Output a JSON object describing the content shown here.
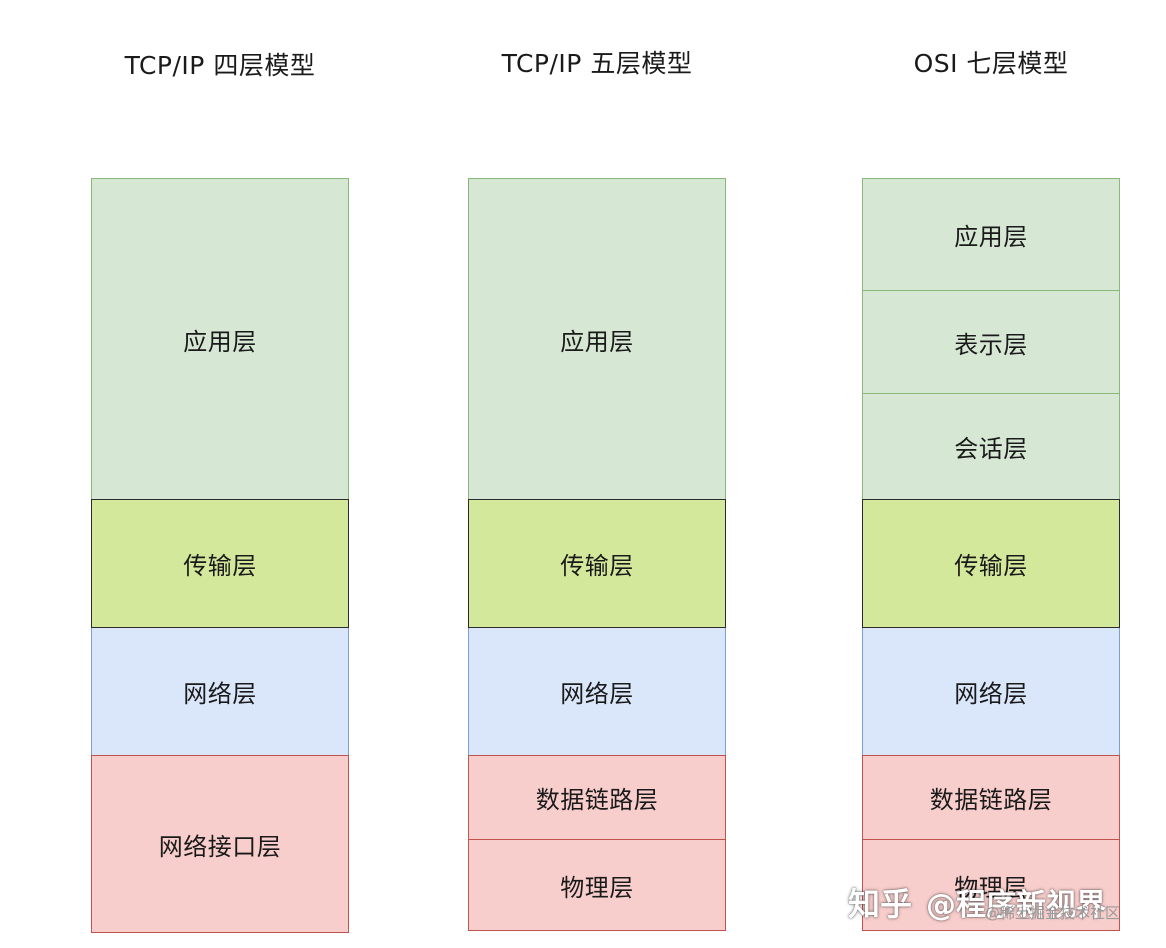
{
  "models": [
    {
      "title": "TCP/IP 四层模型",
      "layers": [
        {
          "label": "应用层"
        },
        {
          "label": "传输层"
        },
        {
          "label": "网络层"
        },
        {
          "label": "网络接口层"
        }
      ]
    },
    {
      "title": "TCP/IP 五层模型",
      "layers": [
        {
          "label": "应用层"
        },
        {
          "label": "传输层"
        },
        {
          "label": "网络层"
        },
        {
          "label": "数据链路层"
        },
        {
          "label": "物理层"
        }
      ]
    },
    {
      "title": "OSI 七层模型",
      "layers": [
        {
          "label": "应用层"
        },
        {
          "label": "表示层"
        },
        {
          "label": "会话层"
        },
        {
          "label": "传输层"
        },
        {
          "label": "网络层"
        },
        {
          "label": "数据链路层"
        },
        {
          "label": "物理层"
        }
      ]
    }
  ],
  "colors": {
    "application": "#d6e8d4",
    "transport": "#d4e89c",
    "network": "#dae7fb",
    "link_physical": "#f8cecc"
  },
  "watermark": {
    "brand": "知乎",
    "user": "@程序新视界",
    "sub": "@稀土掘金技术社区"
  }
}
